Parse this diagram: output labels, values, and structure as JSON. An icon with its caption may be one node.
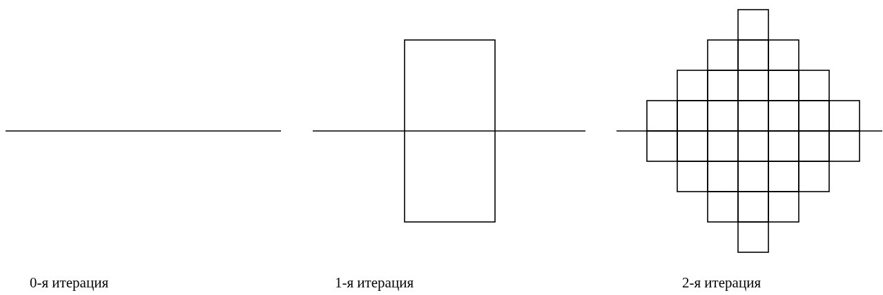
{
  "diagram": {
    "labels": [
      "0-я итерация",
      "1-я итерация",
      "2-я итерация"
    ]
  }
}
